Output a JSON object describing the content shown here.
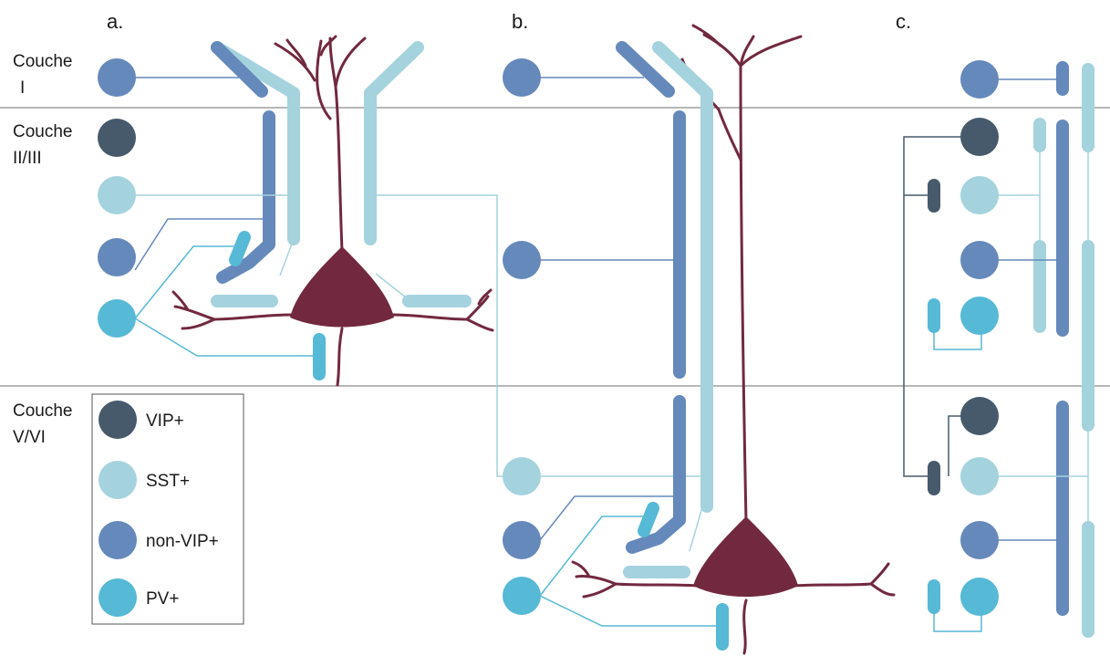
{
  "colors": {
    "vip": "#465a6c",
    "sst": "#a4d3de",
    "nonvip": "#6589bb",
    "pv": "#56b9d6",
    "pyramidal": "#72293f",
    "divider": "#6f6f6f"
  },
  "panels": {
    "a": "a.",
    "b": "b.",
    "c": "c."
  },
  "layers": [
    {
      "line1": "Couche",
      "line2": "I"
    },
    {
      "line1": "Couche",
      "line2": "II/III"
    },
    {
      "line1": "Couche",
      "line2": "V/VI"
    }
  ],
  "legend": [
    {
      "key": "vip",
      "label": "VIP+"
    },
    {
      "key": "sst",
      "label": "SST+"
    },
    {
      "key": "nonvip",
      "label": "non-VIP+"
    },
    {
      "key": "pv",
      "label": "PV+"
    }
  ]
}
